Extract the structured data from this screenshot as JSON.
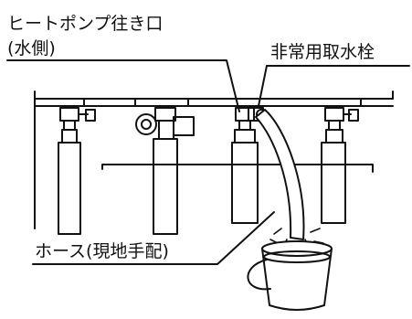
{
  "labels": {
    "heat_pump_outlet": "ヒートポンプ往き口",
    "water_side": "(水側)",
    "emergency_faucet": "非常用取水栓",
    "hose": "ホース(現地手配)"
  },
  "colors": {
    "line": "#111111",
    "background": "#ffffff",
    "hose_fill": "#ffffff"
  }
}
